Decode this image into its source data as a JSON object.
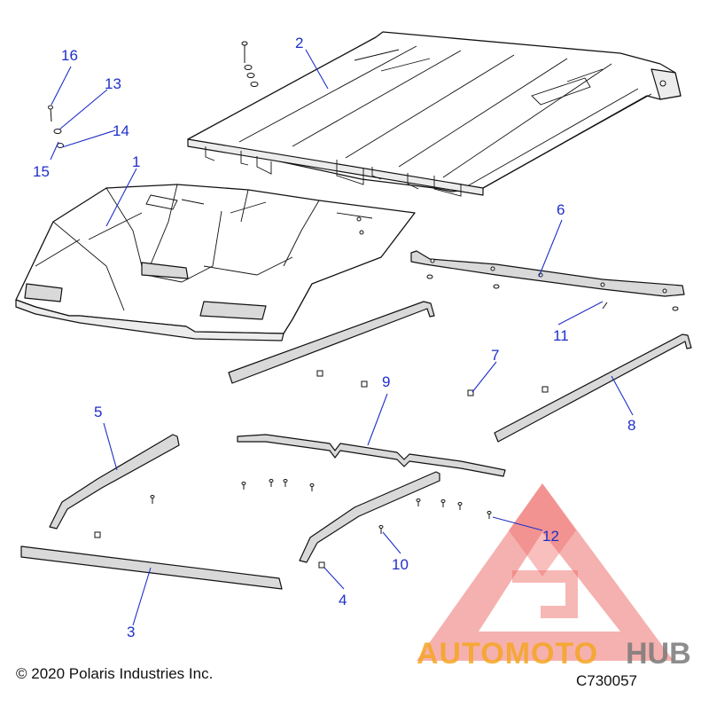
{
  "callouts": {
    "c1": "1",
    "c2": "2",
    "c3": "3",
    "c4": "4",
    "c5": "5",
    "c6": "6",
    "c7": "7",
    "c8": "8",
    "c9": "9",
    "c10": "10",
    "c11": "11",
    "c12": "12",
    "c13": "13",
    "c14": "14",
    "c15": "15",
    "c16": "16"
  },
  "watermark": {
    "text_a": "AUTOMOTO",
    "text_b": "HUB",
    "color_a": "#f5a623",
    "color_b": "#7a7a7a",
    "logo_color": "#e8413c"
  },
  "footer": {
    "copyright": "© 2020 Polaris Industries Inc.",
    "code": "C730057"
  },
  "colors": {
    "callout": "#1f2fc8"
  }
}
